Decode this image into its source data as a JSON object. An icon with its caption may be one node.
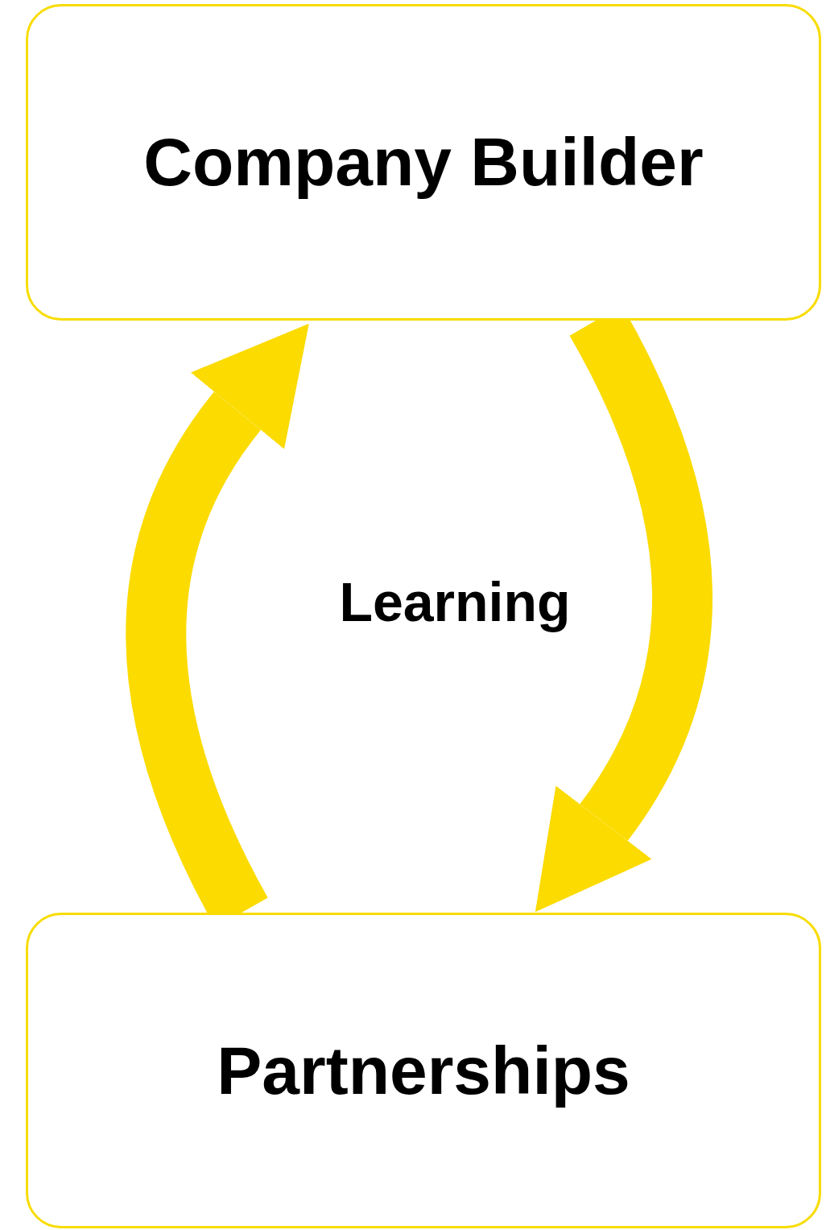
{
  "diagram": {
    "nodes": [
      {
        "text": [
          "Company Builder"
        ]
      },
      {
        "text": [
          "Partnerships"
        ]
      }
    ],
    "edges": [
      {
        "from": 1,
        "to": 0,
        "arrow": "to"
      },
      {
        "from": 0,
        "to": 1,
        "arrow": "to"
      }
    ],
    "labels": [
      "Learning"
    ]
  }
}
